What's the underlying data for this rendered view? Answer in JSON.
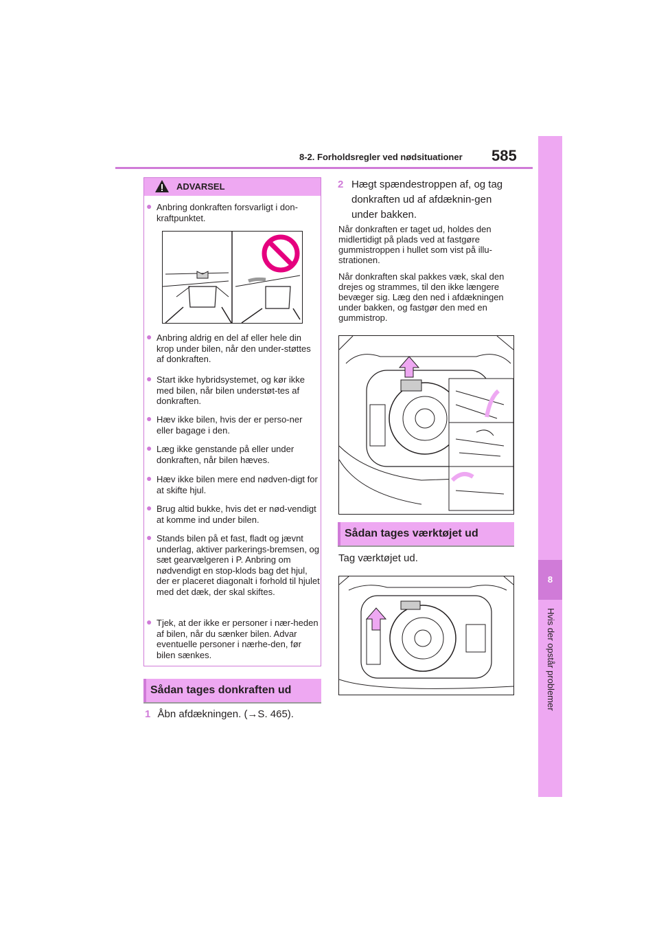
{
  "header": {
    "section_title": "8-2. Forholdsregler ved nødsituationer",
    "page_number": "585"
  },
  "side_tab": {
    "chapter_number": "8",
    "chapter_title": "Hvis der opstår problemer"
  },
  "warning": {
    "title": "ADVARSEL",
    "items": [
      "Anbring donkraften forsvarligt i don-kraftpunktet.",
      "Anbring aldrig en del af eller hele din krop under bilen, når den under-støttes af donkraften.",
      "Start ikke hybridsystemet, og kør ikke med bilen, når bilen understøt-tes af donkraften.",
      "Hæv ikke bilen, hvis der er perso-ner eller bagage i den.",
      "Læg ikke genstande på eller under donkraften, når bilen hæves.",
      "Hæv ikke bilen mere end nødven-digt for at skifte hjul.",
      "Brug altid bukke, hvis det er nød-vendigt at komme ind under bilen.",
      "Stands bilen på et fast, fladt og jævnt underlag, aktiver parkerings-bremsen, og sæt gearvælgeren i P. Anbring om nødvendigt en stop-klods bag det hjul, der er placeret diagonalt i forhold til hjulet med det dæk, der skal skiftes.",
      "Tjek, at der ikke er personer i nær-heden af bilen, når du sænker bilen. Advar eventuelle personer i nærhe-den, før bilen sænkes."
    ]
  },
  "jack_section": {
    "heading": "Sådan tages donkraften ud",
    "step1_number": "1",
    "step1_text": "Åbn afdækningen. (→S. 465).",
    "step2_number": "2",
    "step2_text": "Hægt spændestroppen af, og tag donkraften ud af afdæknin-gen under bakken.",
    "para1": "Når donkraften er taget ud, holdes den midlertidigt på plads ved at fastgøre gummistroppen i hullet som vist på illu-strationen.",
    "para2": "Når donkraften skal pakkes væk, skal den drejes og strammes, til den ikke længere bevæger sig. Læg den ned i afdækningen under bakken, og fastgør den med en gummistrop."
  },
  "tools_section": {
    "heading": "Sådan tages værktøjet ud",
    "text": "Tag værktøjet ud."
  },
  "colors": {
    "accent": "#d07bd8",
    "tab_light": "#eea8f2",
    "prohibition_red": "#e5007e"
  }
}
